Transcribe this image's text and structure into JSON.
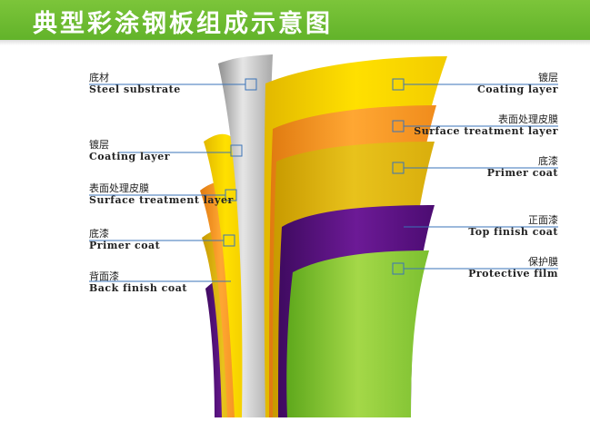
{
  "title": "典型彩涂钢板组成示意图",
  "colors": {
    "header": "#6cbb30",
    "steel_substrate": "#c9c9c9",
    "coating_layer": "#f0d200",
    "surface_treatment": "#f0901e",
    "primer_coat": "#d9b010",
    "finish_coat": "#5a0f82",
    "protective_film": "#86c83a",
    "leader_line": "#3a73b8"
  },
  "labels_left": [
    {
      "cn": "底材",
      "en": "Steel substrate"
    },
    {
      "cn": "镀层",
      "en": "Coating  layer"
    },
    {
      "cn": "表面处理皮膜",
      "en": "Surface treatment  layer"
    },
    {
      "cn": "底漆",
      "en": "Primer  coat"
    },
    {
      "cn": "背面漆",
      "en": "Back  finish  coat"
    }
  ],
  "labels_right": [
    {
      "cn": "镀层",
      "en": "Coating  layer"
    },
    {
      "cn": "表面处理皮膜",
      "en": "Surface treatment layer"
    },
    {
      "cn": "底漆",
      "en": "Primer  coat"
    },
    {
      "cn": "正面漆",
      "en": "Top  finish  coat"
    },
    {
      "cn": "保护膜",
      "en": "Protective  film"
    }
  ]
}
